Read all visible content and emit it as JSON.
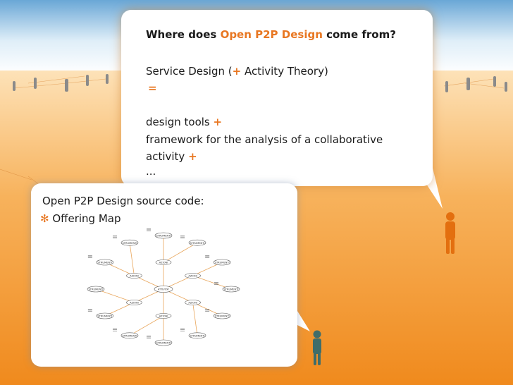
{
  "slide": {
    "title_prefix": "Where does ",
    "title_highlight": "Open P2P Design",
    "title_suffix": " come from?",
    "line1_a": "Service Design  (",
    "line1_plus": "+",
    "line1_b": " Activity Theory)",
    "equals": "=",
    "line2_a": "design tools ",
    "line2_plus": "+",
    "line3": "framework for the analysis of a collaborative",
    "line4_a": "activity ",
    "line4_plus": "+",
    "line5": "...",
    "bottom_title": "Open P2P Design source code:",
    "bullet_glyph": "✻",
    "bullet_text": " Offering Map"
  },
  "offering_map": {
    "center": "ATTIVITA'",
    "inner": [
      "AZIONI",
      "AZIONI",
      "AZIONI",
      "AZIONI",
      "AZIONI",
      "AZIONI"
    ],
    "outer": [
      "STRUMENTI",
      "STRUMENTI",
      "STRUMENTI",
      "STRUMENTI",
      "STRUMENTI",
      "STRUMENTI",
      "STRUMENTI",
      "STRUMENTI",
      "STRUMENTI",
      "STRUMENTI",
      "STRUMENTI",
      "STRUMENTI"
    ]
  },
  "colors": {
    "sky_top": "#7fb6dd",
    "sky_bottom": "#ffffff",
    "ground": "#f5a33f",
    "accent": "#e87722",
    "person_orange": "#e36f0f",
    "person_teal": "#3f6d6a"
  }
}
